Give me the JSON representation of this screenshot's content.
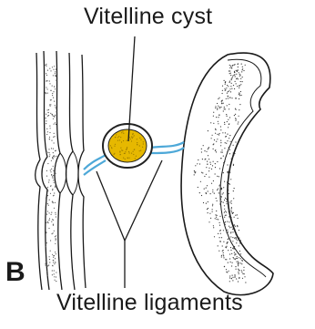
{
  "labels": {
    "top": "Vitelline cyst",
    "bottom": "Vitelline ligaments",
    "panel": "B"
  },
  "colors": {
    "cyst_fill": "#e6b800",
    "cyst_outline": "#222222",
    "ligament": "#4da8d8",
    "ink": "#1a1a1a",
    "stipple": "#555555"
  }
}
